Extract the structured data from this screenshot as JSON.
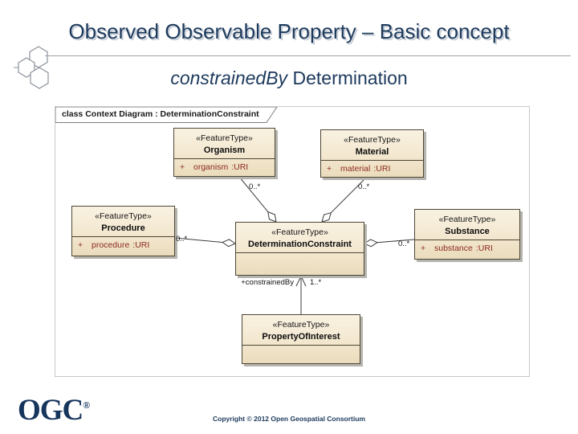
{
  "slide": {
    "title": "Observed Observable Property – Basic concept",
    "subtitle": {
      "italic": "constrainedBy",
      "rest": "Determination"
    },
    "footer": {
      "logo": "OGC",
      "registered": "®",
      "copyright": "Copyright © 2012 Open Geospatial Consortium"
    }
  },
  "diagram": {
    "frame_label": "class Context Diagram : DeterminationConstraint",
    "classes": {
      "organism": {
        "stereotype": "«FeatureType»",
        "name": "Organism",
        "visibility": "+",
        "attribute": "organism",
        "type": ":URI"
      },
      "material": {
        "stereotype": "«FeatureType»",
        "name": "Material",
        "visibility": "+",
        "attribute": "material",
        "type": ":URI"
      },
      "procedure": {
        "stereotype": "«FeatureType»",
        "name": "Procedure",
        "visibility": "+",
        "attribute": "procedure",
        "type": ":URI"
      },
      "substance": {
        "stereotype": "«FeatureType»",
        "name": "Substance",
        "visibility": "+",
        "attribute": "substance",
        "type": ":URI"
      },
      "determination_constraint": {
        "stereotype": "«FeatureType»",
        "name": "DeterminationConstraint"
      },
      "property_of_interest": {
        "stereotype": "«FeatureType»",
        "name": "PropertyOfInterest"
      }
    },
    "multiplicities": {
      "organism": "0..*",
      "material": "0..*",
      "procedure": "0..*",
      "substance": "0..*",
      "constrained_by": "1..*"
    },
    "roles": {
      "constrained_by": "+constrainedBy"
    }
  }
}
